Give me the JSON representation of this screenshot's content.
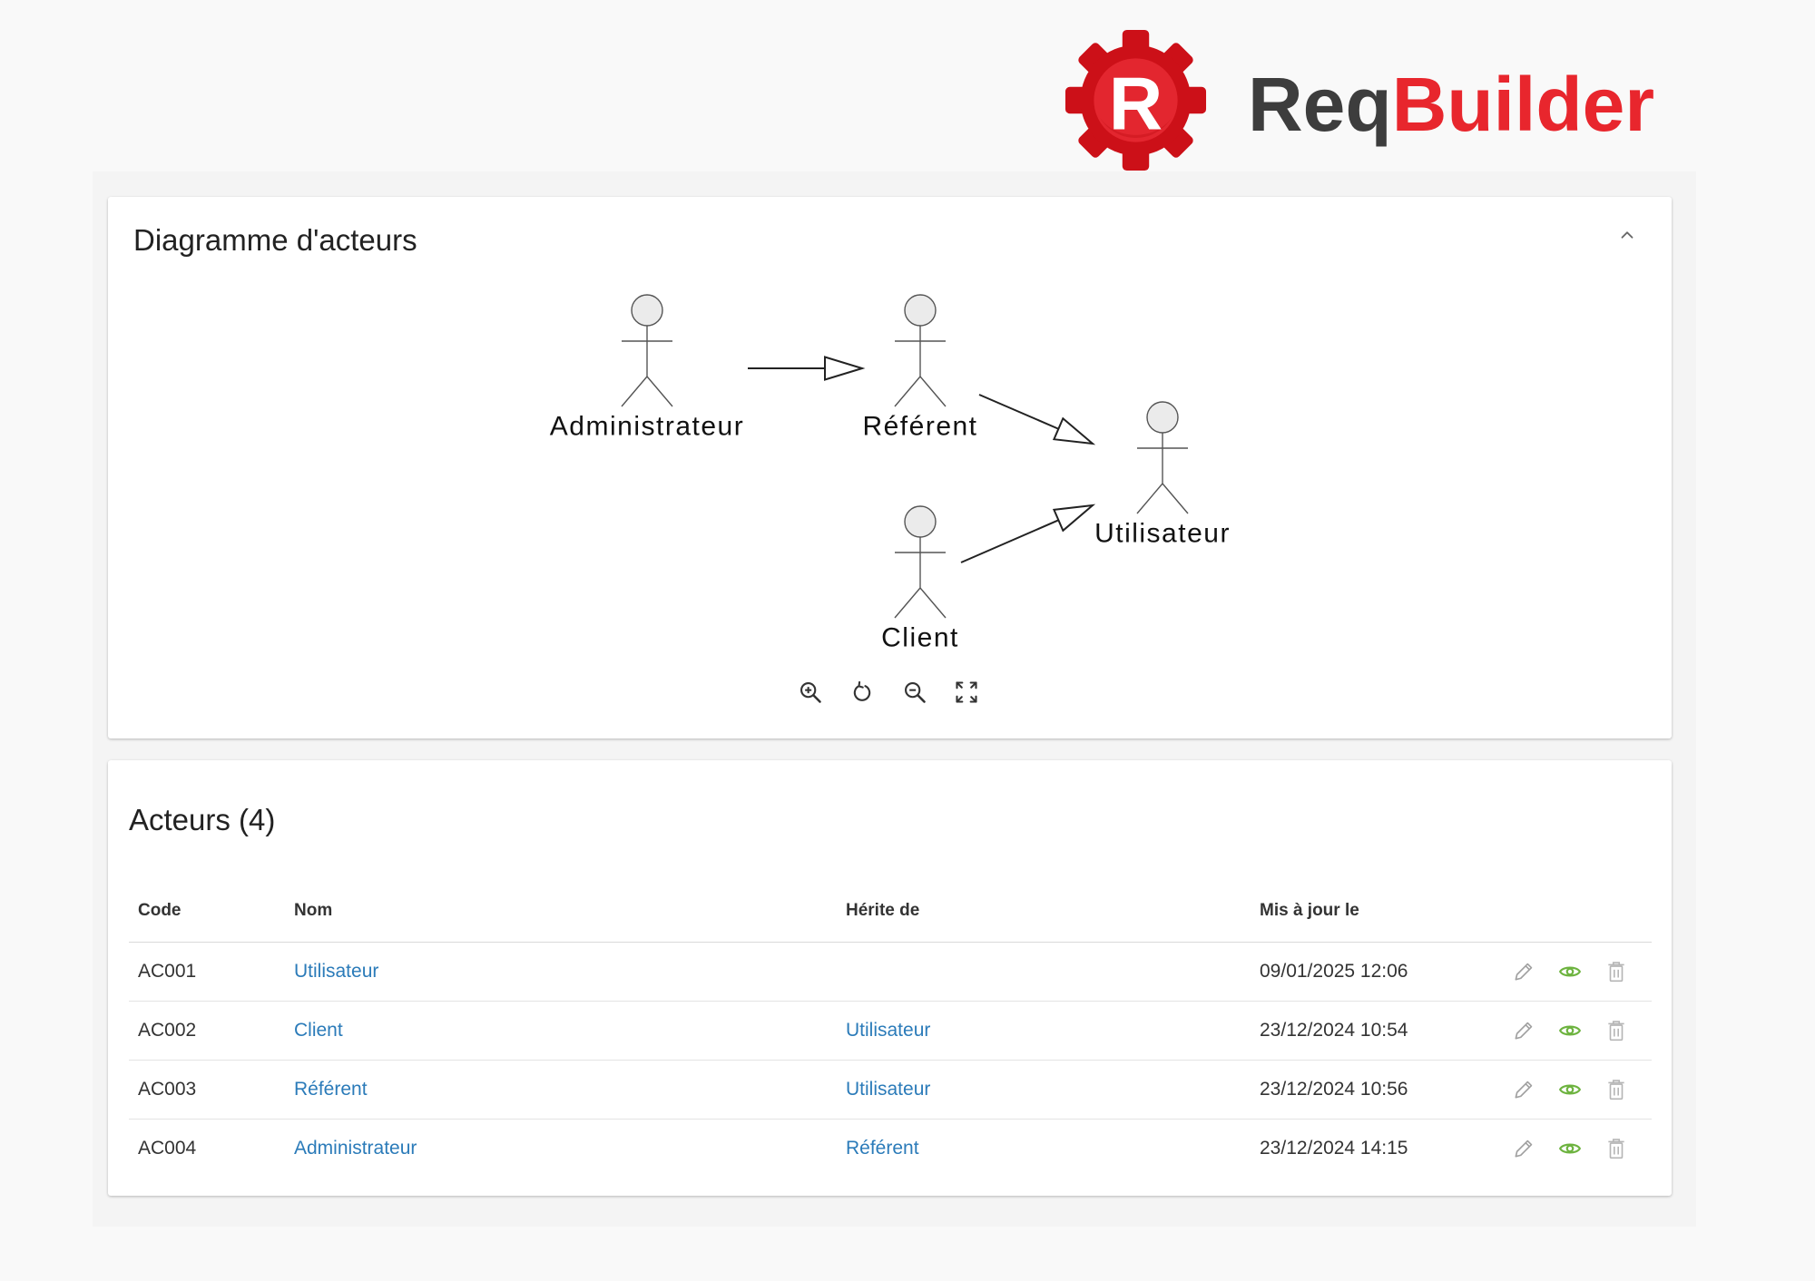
{
  "brand": {
    "logo_letter": "R",
    "name_part1": "Req",
    "name_part2": "Builder",
    "logo_icon": "gear-icon",
    "colors": {
      "gear": "#cc1018",
      "gear_inner": "#e3262f",
      "req": "#3d3d3d",
      "builder": "#e8262d"
    }
  },
  "diagram_card": {
    "title": "Diagramme d'acteurs",
    "collapse_icon": "chevron-up-icon",
    "actors": [
      "Administrateur",
      "Référent",
      "Utilisateur",
      "Client"
    ],
    "generalizations": [
      [
        0,
        1
      ],
      [
        1,
        2
      ],
      [
        3,
        2
      ]
    ],
    "controls": [
      {
        "icon": "zoom-in-icon"
      },
      {
        "icon": "reset-icon"
      },
      {
        "icon": "zoom-out-icon"
      },
      {
        "icon": "fullscreen-icon"
      }
    ]
  },
  "actors_card": {
    "title": "Acteurs (4)",
    "columns": {
      "code": "Code",
      "name": "Nom",
      "inherits": "Hérite de",
      "updated": "Mis à jour le"
    },
    "rows": [
      {
        "code": "AC001",
        "name": "Utilisateur",
        "inherits": "",
        "updated": "09/01/2025 12:06"
      },
      {
        "code": "AC002",
        "name": "Client",
        "inherits": "Utilisateur",
        "updated": "23/12/2024 10:54"
      },
      {
        "code": "AC003",
        "name": "Référent",
        "inherits": "Utilisateur",
        "updated": "23/12/2024 10:56"
      },
      {
        "code": "AC004",
        "name": "Administrateur",
        "inherits": "Référent",
        "updated": "23/12/2024 14:15"
      }
    ],
    "row_actions": [
      "edit-icon",
      "view-icon",
      "delete-icon"
    ],
    "colors": {
      "link": "#2b7bb9",
      "view": "#6db33f",
      "action": "#a0a0a0"
    }
  }
}
